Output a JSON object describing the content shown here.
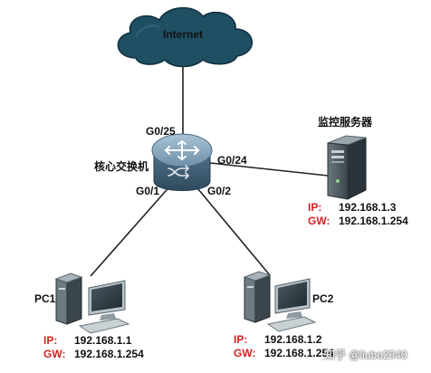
{
  "cloud": {
    "label": "Internet"
  },
  "switch": {
    "label": "核心交换机"
  },
  "ports": {
    "uplink": "G0/25",
    "server": "G0/24",
    "pc1": "G0/1",
    "pc2": "G0/2"
  },
  "server": {
    "label": "监控服务器",
    "ip_key": "IP:",
    "ip": "192.168.1.3",
    "gw_key": "GW:",
    "gw": "192.168.1.254"
  },
  "pc1": {
    "label": "PC1",
    "ip_key": "IP:",
    "ip": "192.168.1.1",
    "gw_key": "GW:",
    "gw": "192.168.1.254"
  },
  "pc2": {
    "label": "PC2",
    "ip_key": "IP:",
    "ip": "192.168.1.2",
    "gw_key": "GW:",
    "gw": "192.168.1.254"
  },
  "watermark": "知乎 @liubo2040",
  "colors": {
    "cloud_fill": "#1f4f63",
    "switch_fill": "#5c7e96",
    "device_dark": "#3e4a52",
    "link": "#222222",
    "key_red": "#d12222"
  }
}
